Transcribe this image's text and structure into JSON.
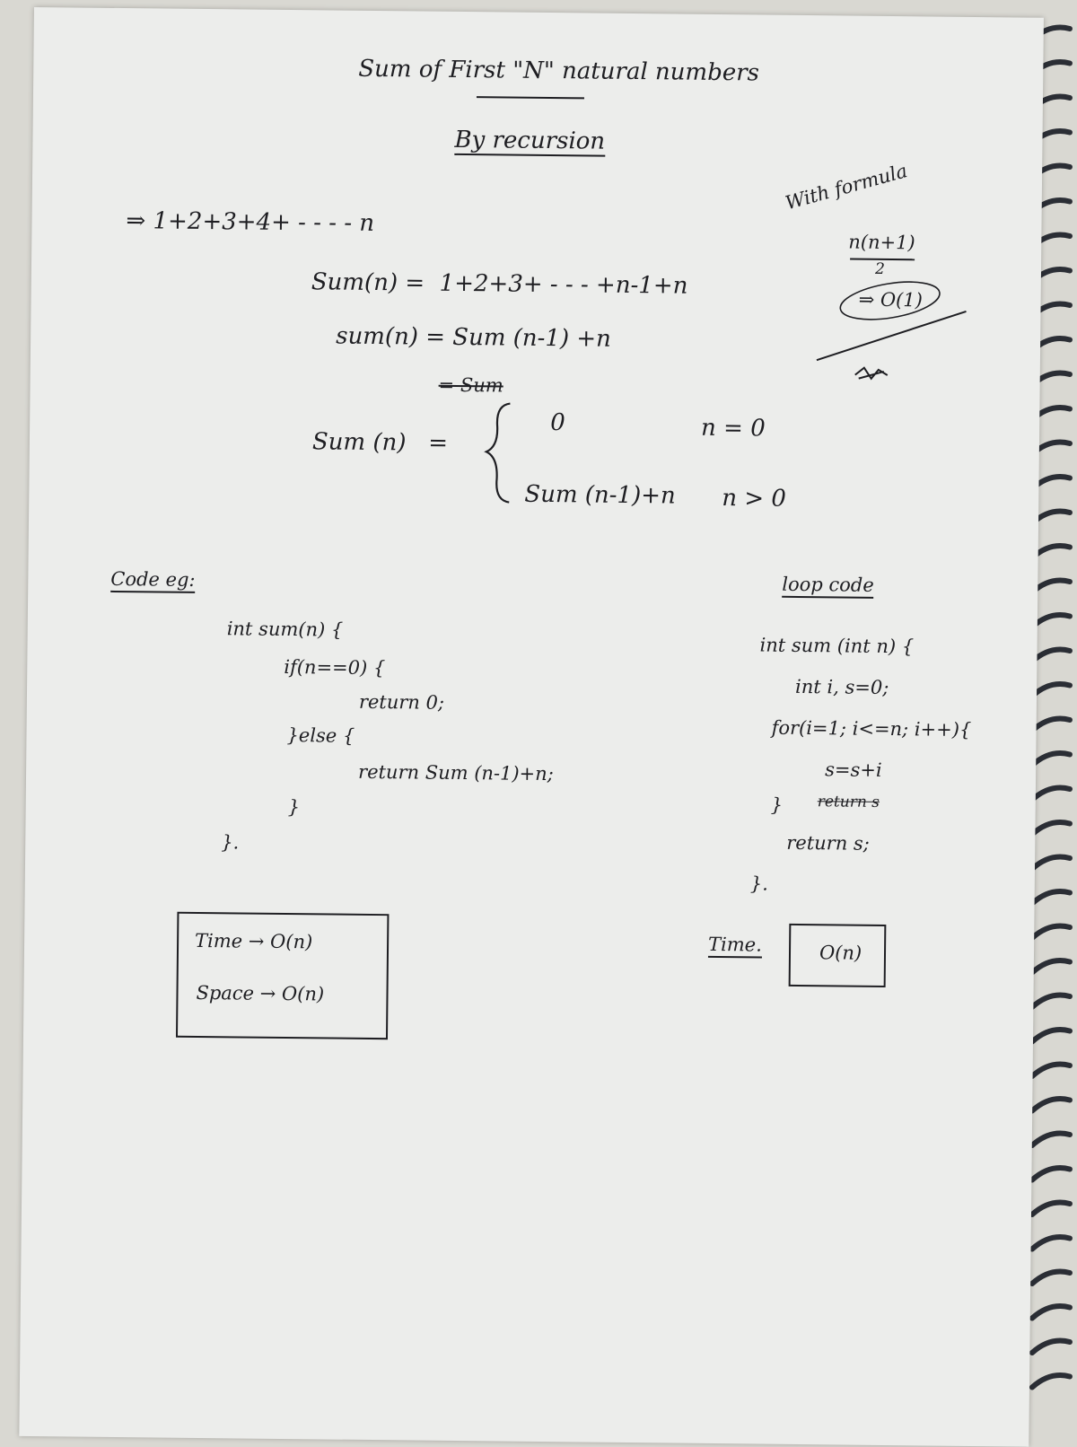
{
  "title": "Sum of First \"N\" natural numbers",
  "subtitle": "By recursion",
  "series_line": "⇒ 1+2+3+4+ - - - - n",
  "def_line": "Sum(n) =  1+2+3+ - - - +n-1+n",
  "rec_line": "sum(n) = Sum (n-1) +n",
  "rec_partial": "= Sum",
  "piecewise": {
    "lhs": "Sum (n)   =",
    "case1_expr": "0",
    "case1_cond": "n = 0",
    "case2_expr": "Sum (n-1)+n",
    "case2_cond": "n > 0"
  },
  "formula": {
    "label": "With formula",
    "numerator": "n(n+1)",
    "denominator": "2",
    "complexity": "⇒ O(1)"
  },
  "code": {
    "label": "Code eg:",
    "lines": [
      "int sum(n) {",
      "if(n==0) {",
      "return 0;",
      "}else {",
      "return Sum (n-1)+n;",
      "}",
      "}."
    ]
  },
  "loop_code": {
    "label": "loop code",
    "lines": [
      "int sum (int n) {",
      "int i, s=0;",
      "for(i=1; i<=n; i++){",
      "s=s+i",
      "}",
      "return s;",
      "}."
    ]
  },
  "complexity_box": {
    "time": "Time → O(n)",
    "space": "Space → O(n)"
  },
  "loop_complexity": {
    "label": "Time.",
    "value": "O(n)"
  }
}
